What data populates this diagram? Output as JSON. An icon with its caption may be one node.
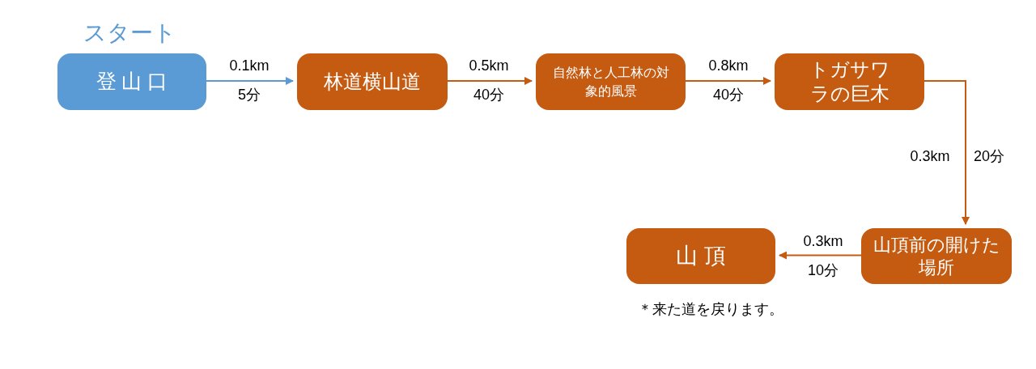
{
  "diagram": {
    "nodes": [
      {
        "text": [
          "スタート",
          "登 山 口"
        ]
      },
      {
        "text": [
          "林道横山道"
        ]
      },
      {
        "text": [
          "自然林と人工林の対象的風景"
        ]
      },
      {
        "text": [
          "トガサワラの巨木"
        ]
      },
      {
        "text": [
          "山頂前の開けた場所"
        ]
      },
      {
        "text": [
          "山 頂"
        ]
      }
    ],
    "edges": [
      {
        "from": 0,
        "to": 1,
        "arrow": "to",
        "label": "0.1km",
        "color": "#5b9bd5"
      },
      {
        "from": 1,
        "to": 2,
        "arrow": "to",
        "label": "0.5km"
      },
      {
        "from": 2,
        "to": 3,
        "arrow": "to",
        "label": "0.8km"
      },
      {
        "from": 3,
        "to": 4,
        "arrow": "to",
        "label": "0.3km"
      },
      {
        "from": 4,
        "to": 5,
        "arrow": "to",
        "label": "0.3km"
      }
    ],
    "labels": [
      "5分",
      "40分",
      "40分",
      "20分",
      "10分",
      "＊来た道を戻ります。"
    ]
  }
}
